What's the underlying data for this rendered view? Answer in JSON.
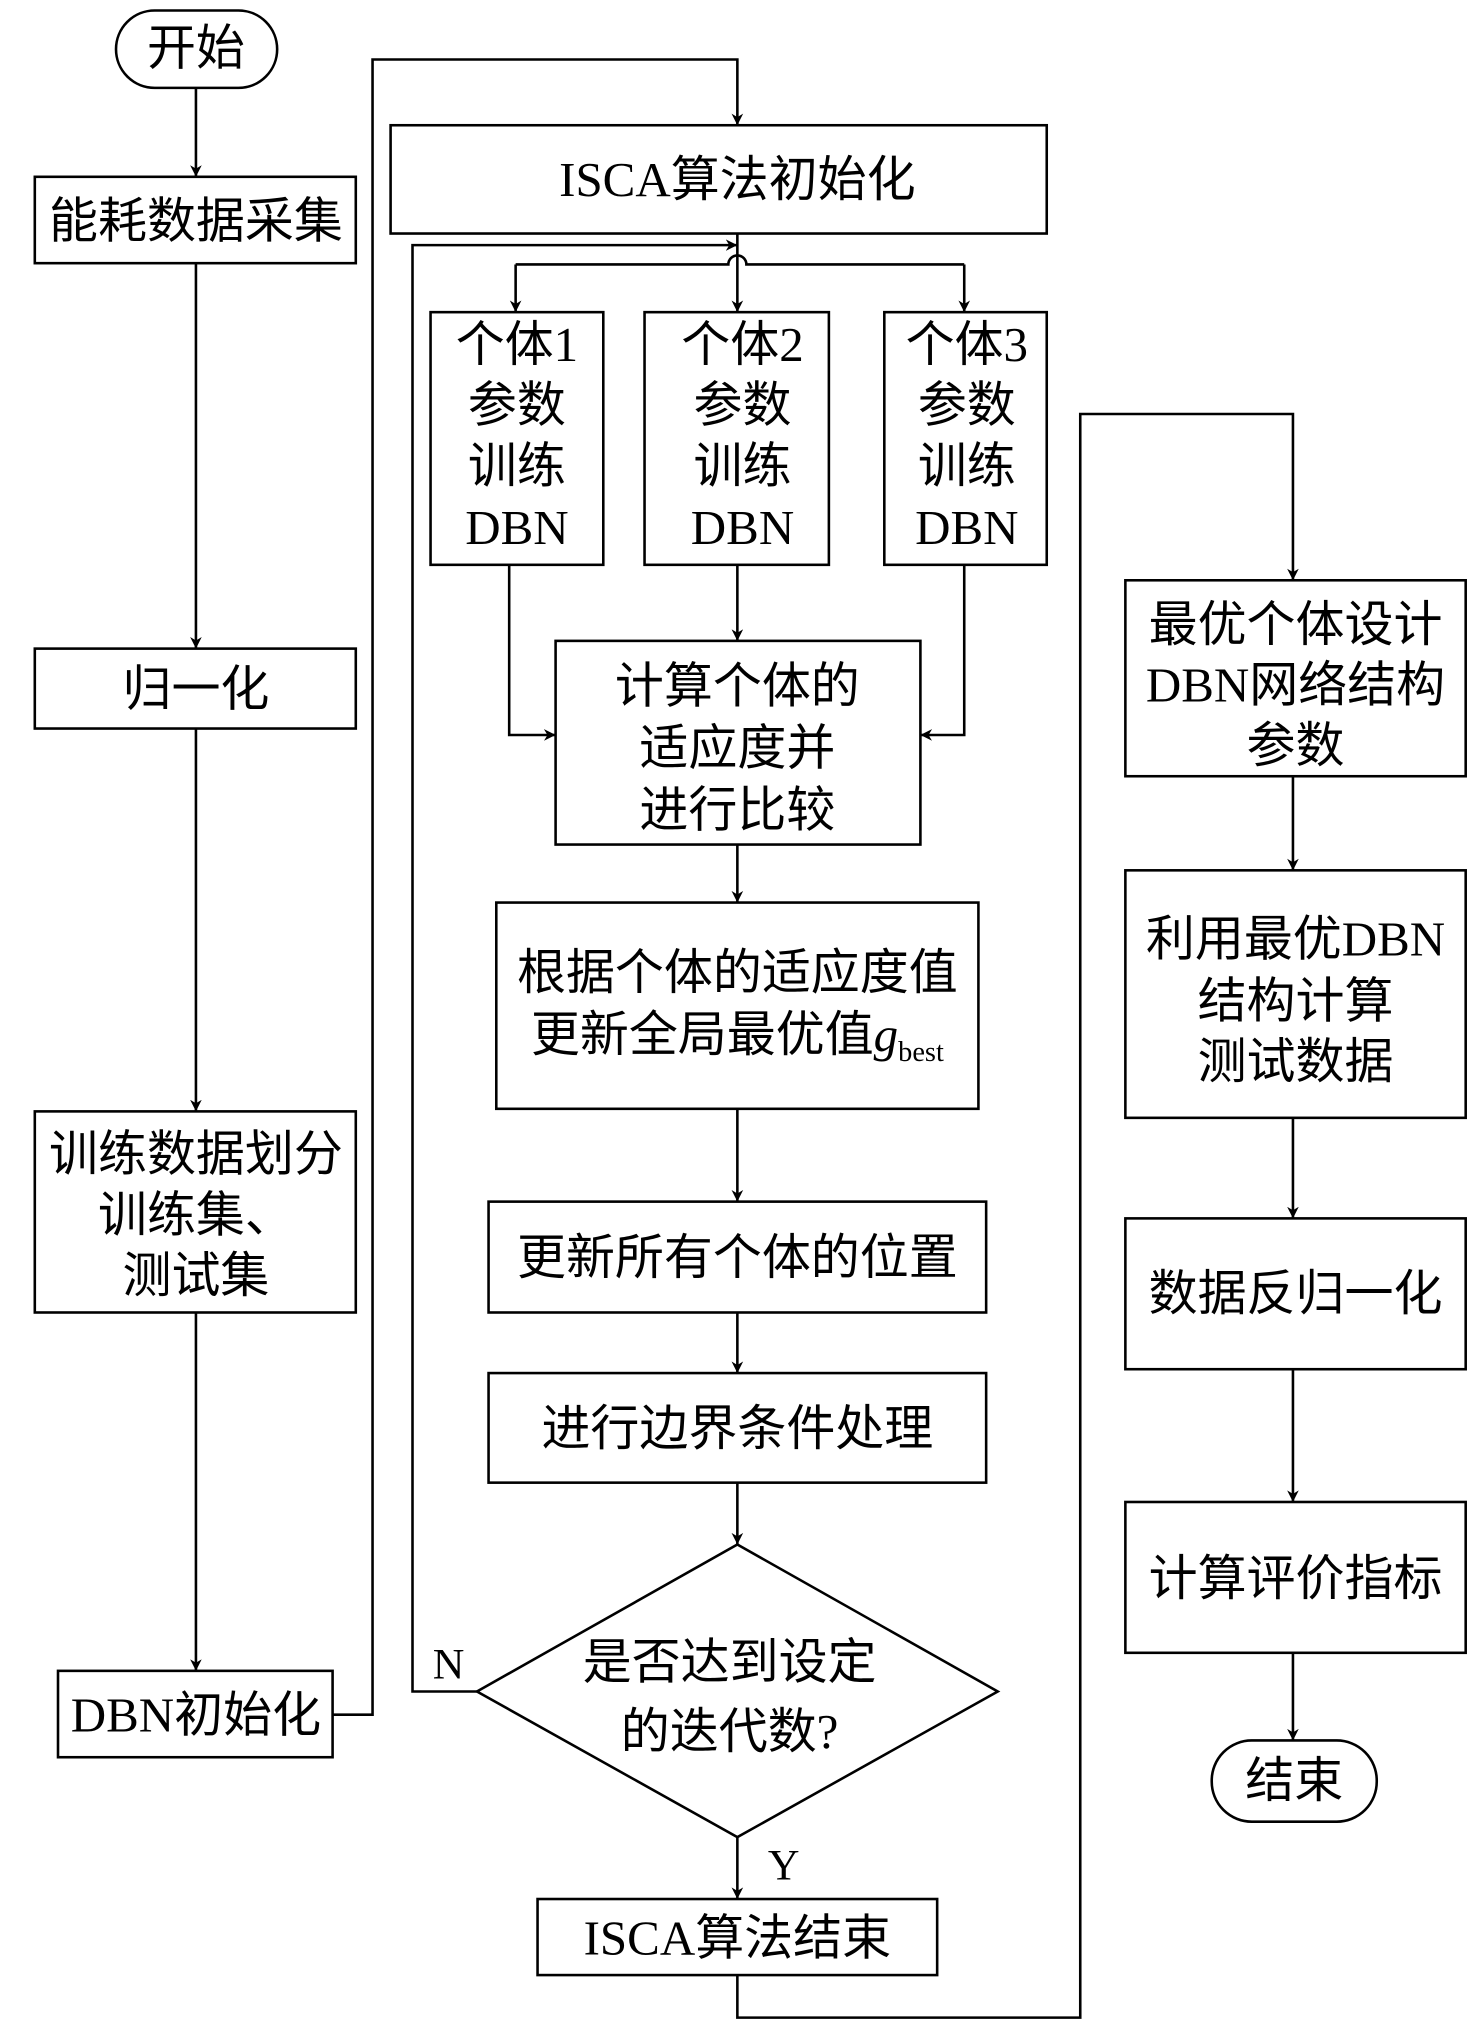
{
  "left": {
    "start": "开始",
    "collect": "能耗数据采集",
    "normalize": "归一化",
    "split": [
      "训练数据划分",
      "训练集、",
      "测试集"
    ],
    "dbn_init": "DBN初始化"
  },
  "middle": {
    "isca_init": "ISCA算法初始化",
    "individuals": [
      [
        "个体1",
        "参数",
        "训练",
        "DBN"
      ],
      [
        "个体2",
        "参数",
        "训练",
        "DBN"
      ],
      [
        "个体3",
        "参数",
        "训练",
        "DBN"
      ]
    ],
    "fitness": [
      "计算个体的",
      "适应度并",
      "进行比较"
    ],
    "update_best": [
      "根据个体的适应度值",
      "更新全局最优值",
      "g",
      "best"
    ],
    "update_pos": "更新所有个体的位置",
    "boundary": "进行边界条件处理",
    "decision": [
      "是否达到设定",
      "的迭代数?"
    ],
    "no_label": "N",
    "yes_label": "Y",
    "isca_end": "ISCA算法结束"
  },
  "right": {
    "design": [
      "最优个体设计",
      "DBN网络结构",
      "参数"
    ],
    "compute": [
      "利用最优DBN",
      "结构计算",
      "测试数据"
    ],
    "denormalize": "数据反归一化",
    "metrics": "计算评价指标",
    "end": "结束"
  }
}
